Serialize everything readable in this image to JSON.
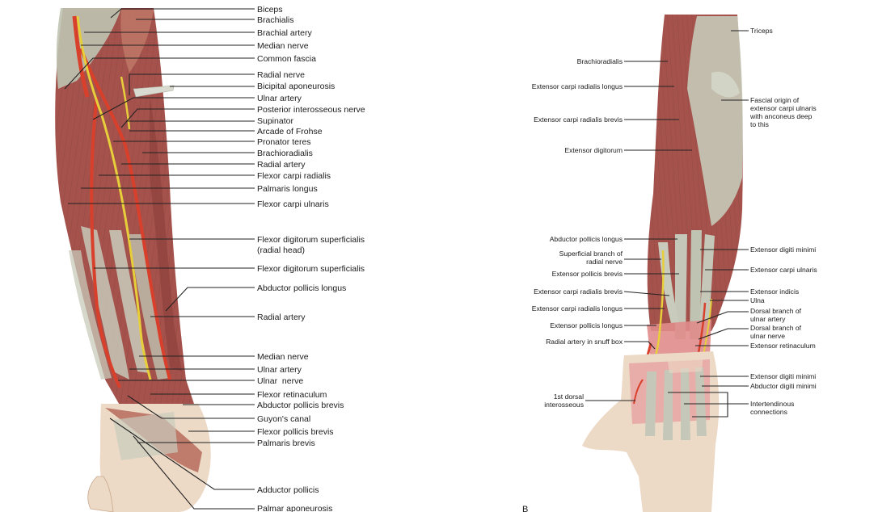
{
  "panelA": {
    "labels": [
      "Biceps",
      "Brachialis",
      "Brachial artery",
      "Median nerve",
      "Common fascia",
      "Radial nerve",
      "Bicipital aponeurosis",
      "Ulnar artery",
      "Posterior interosseous nerve",
      "Supinator",
      "Arcade of Frohse",
      "Pronator teres",
      "Brachioradialis",
      "Radial artery",
      "Flexor carpi radialis",
      "Palmaris longus",
      "Flexor carpi ulnaris",
      "Flexor digitorum superficialis",
      "(radial head)",
      "Flexor digitorum superficialis",
      "Abductor pollicis longus",
      "Radial artery",
      "Median nerve",
      "Ulnar artery",
      "Ulnar  nerve",
      "Flexor retinaculum",
      "Abductor pollicis brevis",
      "Guyon's canal",
      "Flexor pollicis brevis",
      "Palmaris brevis",
      "Adductor pollicis",
      "Palmar aponeurosis"
    ]
  },
  "panelB": {
    "panel_letter": "B",
    "labels": [
      "Triceps",
      "Brachioradialis",
      "Extensor carpi radialis longus",
      "Fascial origin of",
      "extensor carpi ulnaris",
      "with anconeus deep",
      "to this",
      "Extensor carpi radialis brevis",
      "Extensor digitorum",
      "Abductor pollicis longus",
      "Extensor digiti minimi",
      "Superficial branch of",
      "radial nerve",
      "Extensor carpi ulnaris",
      "Extensor pollicis brevis",
      "Extensor carpi radialis brevis",
      "Extensor indicis",
      "Ulna",
      "Extensor carpi radialis longus",
      "Dorsal branch of",
      "ulnar artery",
      "Extensor pollicis longus",
      "Dorsal branch of",
      "ulnar nerve",
      "Radial artery in snuff box",
      "Extensor retinaculum",
      "Extensor digiti minimi",
      "Abductor digiti minimi",
      "1st dorsal",
      "interosseous",
      "Intertendinous",
      "connections"
    ]
  },
  "colors": {
    "muscle": "#a5524c",
    "muscle_dark": "#8a3f3a",
    "tendon": "#c5c8b8",
    "skin": "#ecd9c6",
    "artery": "#d8402c",
    "nerve": "#e6cf3a"
  }
}
